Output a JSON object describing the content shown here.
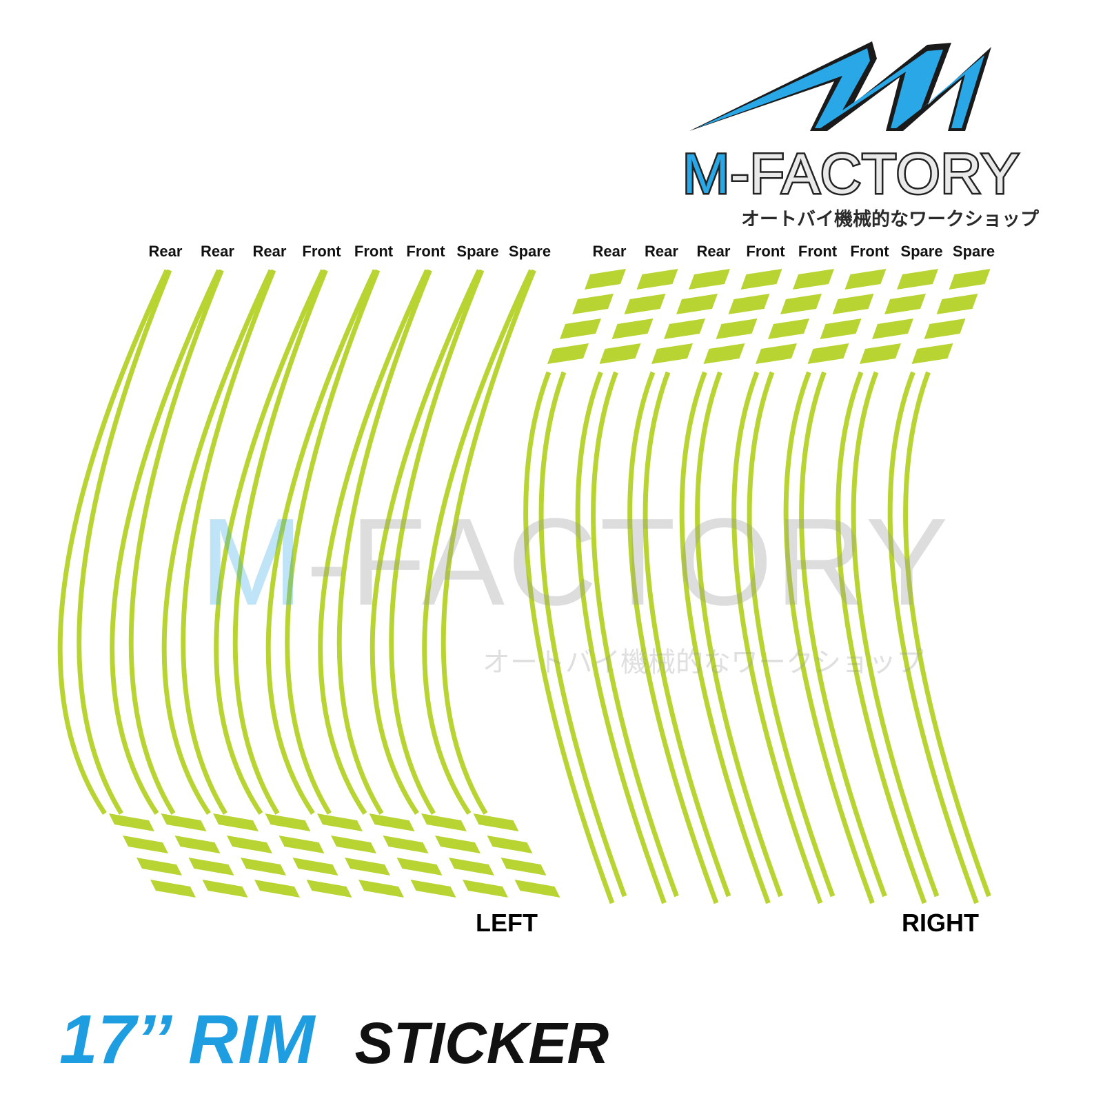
{
  "brand": {
    "name_m": "M",
    "name_rest": "-FACTORY",
    "tagline": "オートバイ機械的なワークショップ",
    "colors": {
      "blue": "#2aa7e6",
      "dark": "#222222"
    }
  },
  "stripe_color": "#b8d432",
  "left_group": {
    "side_label": "LEFT",
    "labels": [
      "Rear",
      "Rear",
      "Rear",
      "Front",
      "Front",
      "Front",
      "Spare",
      "Spare"
    ]
  },
  "right_group": {
    "side_label": "RIGHT",
    "labels": [
      "Rear",
      "Rear",
      "Rear",
      "Front",
      "Front",
      "Front",
      "Spare",
      "Spare"
    ]
  },
  "watermark": {
    "name_m": "M",
    "name_rest": "-FACTORY",
    "tagline": "オートバイ機械的なワークショップ"
  },
  "footer": {
    "rim_text": "17’’ RIM",
    "sticker_text": "STICKER"
  }
}
